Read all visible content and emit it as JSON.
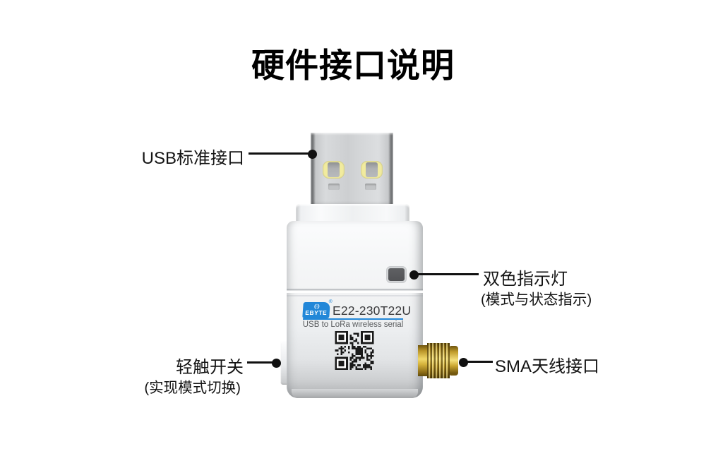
{
  "page": {
    "title": "硬件接口说明"
  },
  "device": {
    "brand": "EBYTE",
    "brand_antenna_icon": "((·))",
    "brand_reg_mark": "®",
    "model": "E22-230T22U",
    "subtitle": "USB to LoRa wireless serial",
    "colors": {
      "brand_blue": "#2287d8",
      "usb_metal": "#ced0d2",
      "usb_contact_yellow": "#f1eb9e",
      "body_white": "#f2f3f4",
      "led_gray": "#58595b",
      "sma_gold": "#caa52e",
      "callout_black": "#111111",
      "qr_black": "#1a1a1a"
    }
  },
  "callouts": {
    "usb": {
      "label": "USB标准接口",
      "side": "left"
    },
    "led": {
      "label": "双色指示灯",
      "sub": "(模式与状态指示)",
      "side": "right"
    },
    "switch": {
      "label": "轻触开关",
      "sub": "(实现模式切换)",
      "side": "left"
    },
    "sma": {
      "label": "SMA天线接口",
      "side": "right"
    }
  }
}
